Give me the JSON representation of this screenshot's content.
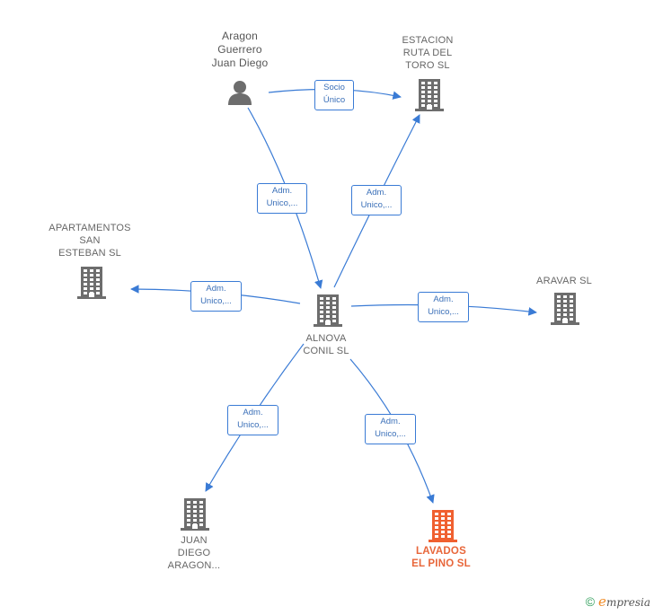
{
  "colors": {
    "edge": "#3a7bd5",
    "building": "#6d6d6d",
    "highlight": "#f06030",
    "text": "#666666"
  },
  "nodes": [
    {
      "id": "aragon",
      "type": "person",
      "label": "Aragon\nGuerrero\nJuan Diego"
    },
    {
      "id": "estacion",
      "type": "company",
      "label": "ESTACION\nRUTA DEL\nTORO SL"
    },
    {
      "id": "apartamentos",
      "type": "company",
      "label": "APARTAMENTOS\nSAN\nESTEBAN SL"
    },
    {
      "id": "alnova",
      "type": "company",
      "label": "ALNOVA\nCONIL SL"
    },
    {
      "id": "aravar",
      "type": "company",
      "label": "ARAVAR SL"
    },
    {
      "id": "juan",
      "type": "company",
      "label": "JUAN\nDIEGO\nARAGON..."
    },
    {
      "id": "lavados",
      "type": "company-highlight",
      "label": "LAVADOS\nEL PINO SL"
    }
  ],
  "edges": [
    {
      "from": "aragon",
      "to": "estacion",
      "label": "Socio\nÚnico"
    },
    {
      "from": "aragon",
      "to": "alnova",
      "label": "Adm.\nUnico,..."
    },
    {
      "from": "alnova",
      "to": "estacion",
      "label": "Adm.\nUnico,..."
    },
    {
      "from": "alnova",
      "to": "apartamentos",
      "label": "Adm.\nUnico,..."
    },
    {
      "from": "alnova",
      "to": "aravar",
      "label": "Adm.\nUnico,..."
    },
    {
      "from": "alnova",
      "to": "juan",
      "label": "Adm.\nUnico,..."
    },
    {
      "from": "alnova",
      "to": "lavados",
      "label": "Adm.\nUnico,..."
    }
  ],
  "footer": {
    "copyright": "©",
    "brand_initial": "e",
    "brand_rest": "mpresia"
  }
}
